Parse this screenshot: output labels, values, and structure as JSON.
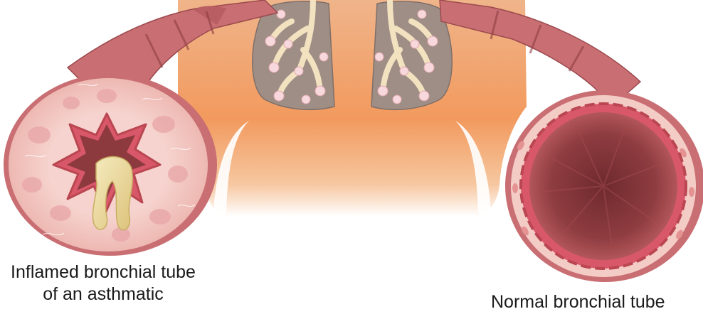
{
  "labels": {
    "inflamed_line1": "Inflamed bronchial tube",
    "inflamed_line2": "of an asthmatic",
    "normal": "Normal bronchial tube"
  },
  "colors": {
    "torso": "#f2a068",
    "lung": "#9e8e86",
    "bronchi_tree": "#f3e2c0",
    "alveoli": "#f7d8dc",
    "airway_outer": "#c96e72",
    "airway_wall": "#f0c6c2",
    "lumen": "#8c3a3e",
    "inner_lining": "#d8586a",
    "mucus": "#efe0a2"
  }
}
